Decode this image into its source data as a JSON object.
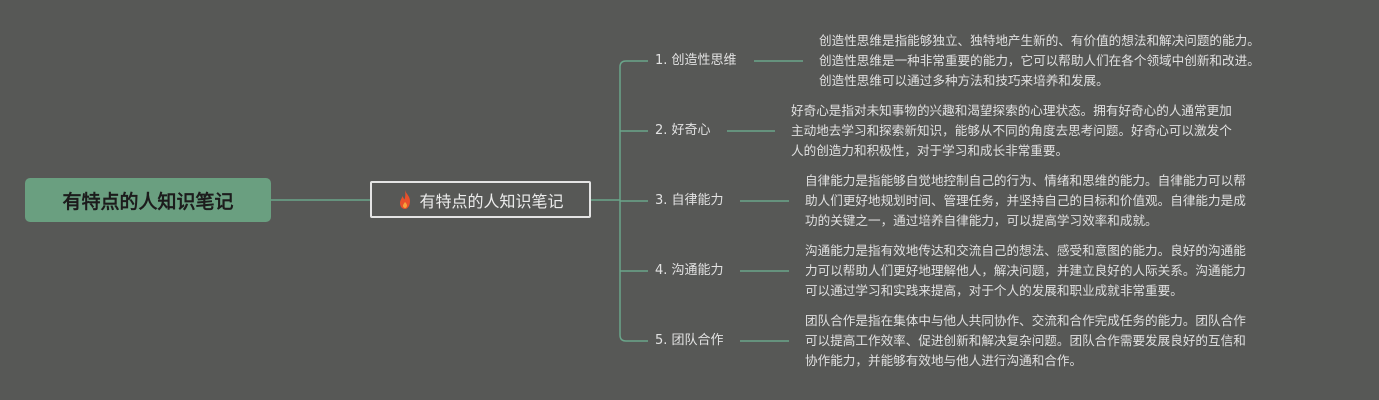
{
  "root": {
    "label": "有特点的人知识笔记"
  },
  "center": {
    "label": "有特点的人知识笔记",
    "icon": "flame-icon",
    "icon_color": "#e8502b"
  },
  "colors": {
    "background": "#575856",
    "root_fill": "#6a9f80",
    "connector": "#6aa58a"
  },
  "branches": [
    {
      "label": "1. 创造性思维",
      "description": "创造性思维是指能够独立、独特地产生新的、有价值的想法和解决问题的能力。\n创造性思维是一种非常重要的能力，它可以帮助人们在各个领域中创新和改进。\n创造性思维可以通过多种方法和技巧来培养和发展。"
    },
    {
      "label": "2. 好奇心",
      "description": "好奇心是指对未知事物的兴趣和渴望探索的心理状态。拥有好奇心的人通常更加\n主动地去学习和探索新知识，能够从不同的角度去思考问题。好奇心可以激发个\n人的创造力和积极性，对于学习和成长非常重要。"
    },
    {
      "label": "3. 自律能力",
      "description": "自律能力是指能够自觉地控制自己的行为、情绪和思维的能力。自律能力可以帮\n助人们更好地规划时间、管理任务，并坚持自己的目标和价值观。自律能力是成\n功的关键之一，通过培养自律能力，可以提高学习效率和成就。"
    },
    {
      "label": "4. 沟通能力",
      "description": "沟通能力是指有效地传达和交流自己的想法、感受和意图的能力。良好的沟通能\n力可以帮助人们更好地理解他人，解决问题，并建立良好的人际关系。沟通能力\n可以通过学习和实践来提高，对于个人的发展和职业成就非常重要。"
    },
    {
      "label": "5. 团队合作",
      "description": "团队合作是指在集体中与他人共同协作、交流和合作完成任务的能力。团队合作\n可以提高工作效率、促进创新和解决复杂问题。团队合作需要发展良好的互信和\n协作能力，并能够有效地与他人进行沟通和合作。"
    }
  ]
}
